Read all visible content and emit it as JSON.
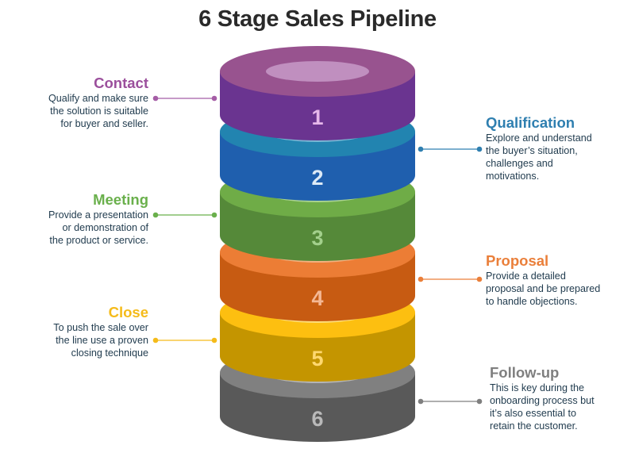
{
  "title": "6 Stage Sales Pipeline",
  "stages": [
    {
      "number": "1",
      "name": "Contact",
      "description_lines": [
        "Qualify and make sure",
        "the solution is suitable",
        "for buyer and seller."
      ],
      "side": "left",
      "colors": {
        "label": "#9b4f9c",
        "top": "#98538f",
        "side": "#6a3490",
        "inner": "#c08fbf",
        "number": "#e6b8ea",
        "connector": "#a55da6"
      }
    },
    {
      "number": "2",
      "name": "Qualification",
      "description_lines": [
        "Explore and understand",
        "the buyer’s situation,",
        "challenges and",
        "motivations."
      ],
      "side": "right",
      "colors": {
        "label": "#2f7fb0",
        "top": "#2284b0",
        "side": "#1f5fae",
        "inner": "#79b7d4",
        "number": "#ddeaf6",
        "connector": "#2f7fb0"
      }
    },
    {
      "number": "3",
      "name": "Meeting",
      "description_lines": [
        "Provide a presentation",
        "or demonstration of",
        "the product or service."
      ],
      "side": "left",
      "colors": {
        "label": "#6ab04c",
        "top": "#6fac47",
        "side": "#558939",
        "inner": "#a9d28e",
        "number": "#a3d08c",
        "connector": "#6ab04c"
      }
    },
    {
      "number": "4",
      "name": "Proposal",
      "description_lines": [
        "Provide a detailed",
        "proposal and be prepared",
        "to handle objections."
      ],
      "side": "right",
      "colors": {
        "label": "#ea7f3a",
        "top": "#ec7d35",
        "side": "#c75b12",
        "inner": "#f1b07f",
        "number": "#f4b894",
        "connector": "#ea7f3a"
      }
    },
    {
      "number": "5",
      "name": "Close",
      "description_lines": [
        "To push the sale over",
        "the line use a proven",
        "closing technique"
      ],
      "side": "left",
      "colors": {
        "label": "#f5bb1a",
        "top": "#fdbf10",
        "side": "#c49500",
        "inner": "#fddd7a",
        "number": "#fed870",
        "connector": "#f5bb1a"
      }
    },
    {
      "number": "6",
      "name": "Follow-up",
      "description_lines": [
        "This is key during the",
        "onboarding  process but",
        "it’s also essential to",
        "retain the customer."
      ],
      "side": "right",
      "colors": {
        "label": "#7f7f7f",
        "top": "#808080",
        "side": "#595959",
        "inner": "#b4b4b4",
        "number": "#b9b9b9",
        "connector": "#7f7f7f"
      }
    }
  ]
}
